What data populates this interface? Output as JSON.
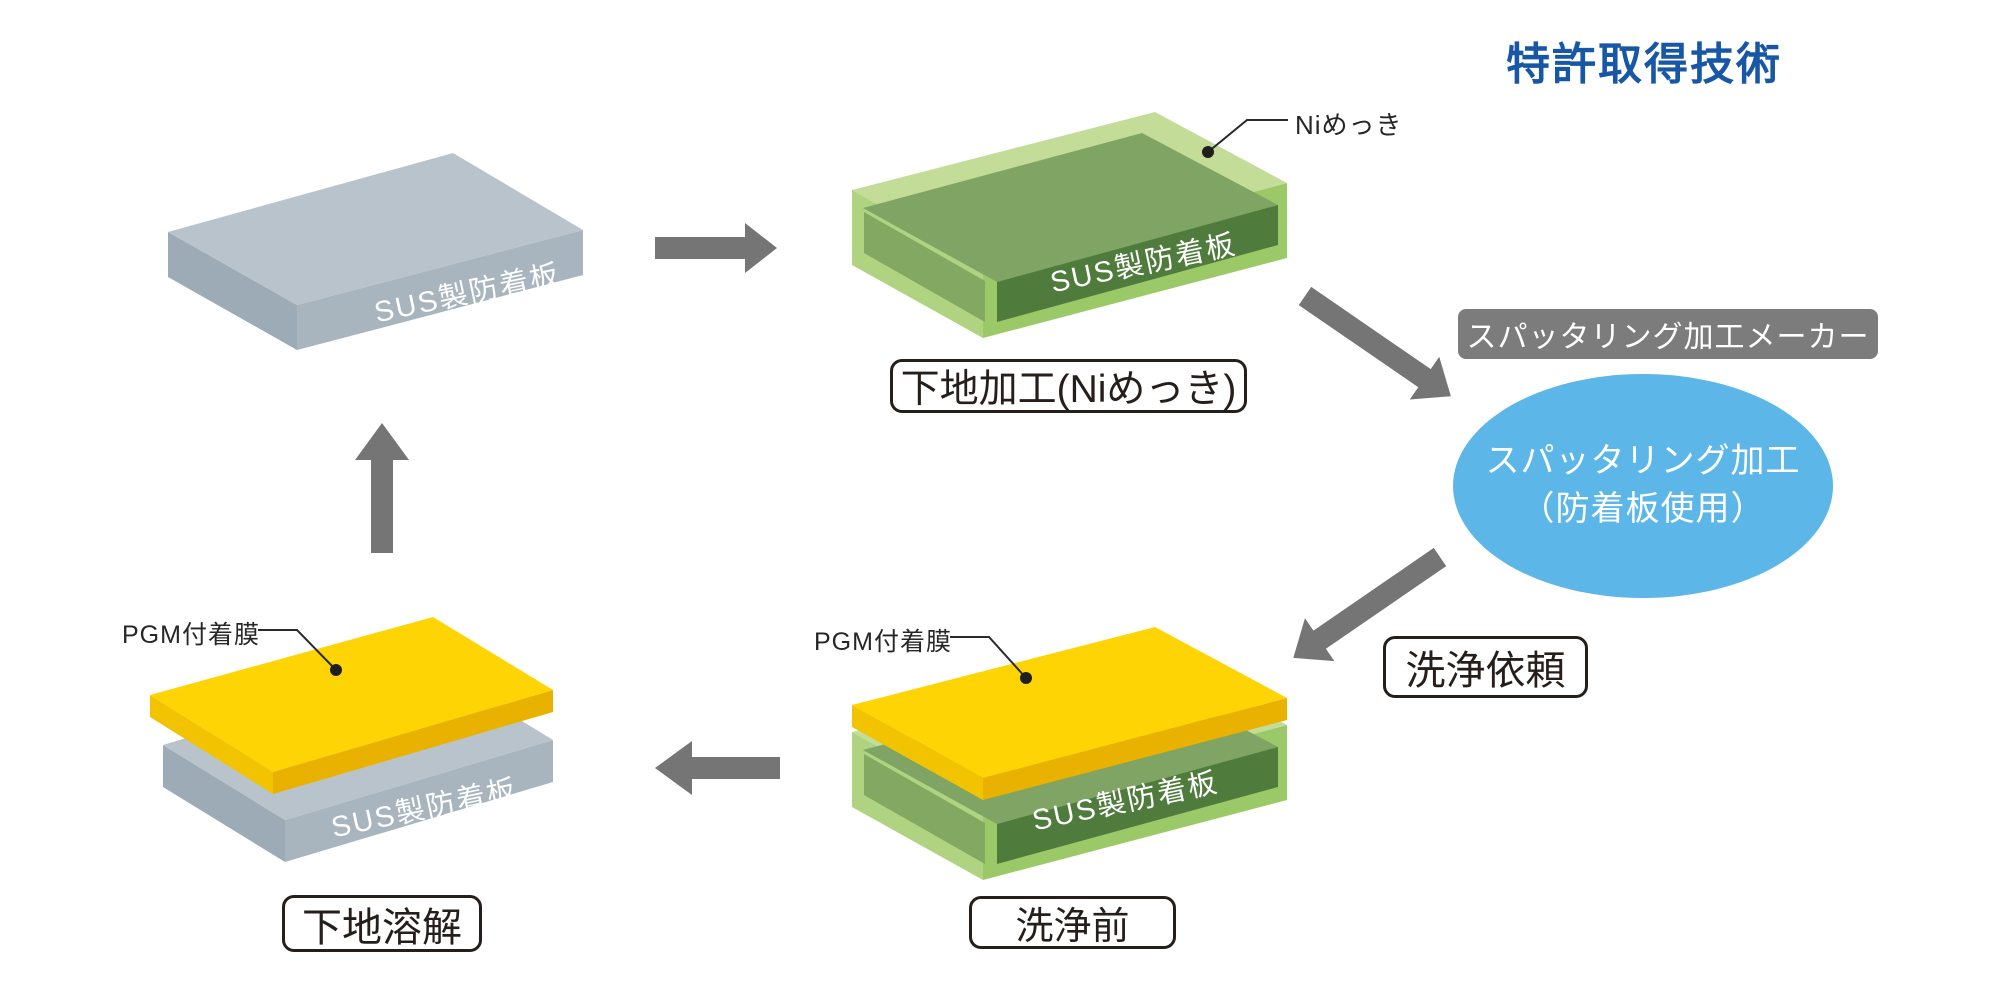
{
  "title": "特許取得技術",
  "plate_label": "SUS製防着板",
  "annotations": {
    "ni_plating": "Niめっき",
    "pgm_film": "PGM付着膜"
  },
  "labels": {
    "base_processing": "下地加工(Niめっき)",
    "sputtering_maker": "スパッタリング加工メーカー",
    "sputtering_line1": "スパッタリング加工",
    "sputtering_line2": "（防着板使用）",
    "cleaning_request": "洗浄依頼",
    "before_cleaning": "洗浄前",
    "base_dissolution": "下地溶解"
  },
  "colors": {
    "title_blue": "#1856a6",
    "ellipse_blue": "#5cb7e8",
    "maker_tag_gray": "#7c7c7c",
    "arrow_gray": "#757575",
    "plate_gray_top": "#b9c3cb",
    "ni_shell_light_green": "#c3dd99",
    "ni_plate_dark_green": "#4f7c3c",
    "pgm_yellow": "#ffd405",
    "label_border_black": "#251e1b"
  }
}
